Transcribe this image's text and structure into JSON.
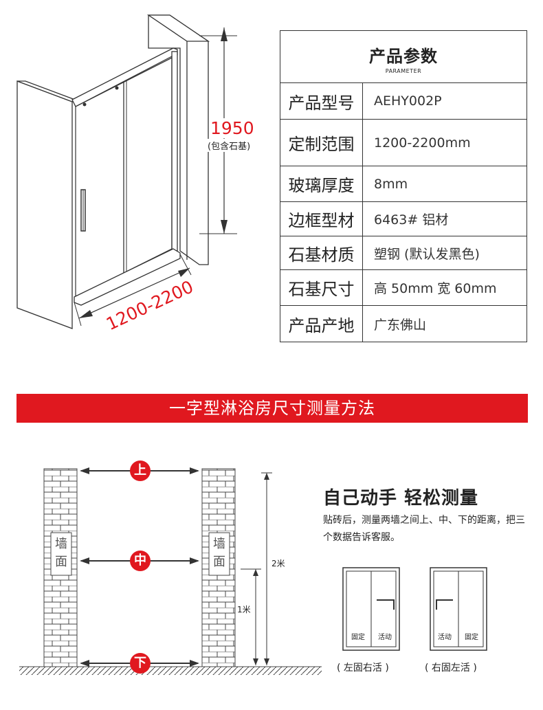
{
  "diagram": {
    "height_value": "1950",
    "height_note": "(包含石基)",
    "width_value": "1200-2200"
  },
  "spec": {
    "title": "产品参数",
    "subtitle": "PARAMETER",
    "rows": [
      {
        "k": "产品型号",
        "v": "AEHY002P"
      },
      {
        "k": "定制范围",
        "v": "1200-2200mm"
      },
      {
        "k": "玻璃厚度",
        "v": "8mm"
      },
      {
        "k": "边框型材",
        "v": "6463# 铝材"
      },
      {
        "k": "石基材质",
        "v": "塑钢 (默认发黑色)"
      },
      {
        "k": "石基尺寸",
        "v": "高 50mm 宽 60mm"
      },
      {
        "k": "产品产地",
        "v": "广东佛山"
      }
    ]
  },
  "banner": "一字型淋浴房尺寸测量方法",
  "measure": {
    "wall_label_1": "墙",
    "wall_label_2": "面",
    "top": "上",
    "middle": "中",
    "bottom": "下",
    "two_m": "2米",
    "one_m": "1米",
    "title": "自己动手 轻松测量",
    "desc": "贴砖后，测量两墙之间上、中、下的距离，把三个数据告诉客服。",
    "door_left": {
      "fixed": "固定",
      "active": "活动",
      "caption": "( 左固右活 )"
    },
    "door_right": {
      "fixed": "固定",
      "active": "活动",
      "caption": "( 右固左活 )"
    }
  },
  "colors": {
    "accent": "#e0181f"
  }
}
